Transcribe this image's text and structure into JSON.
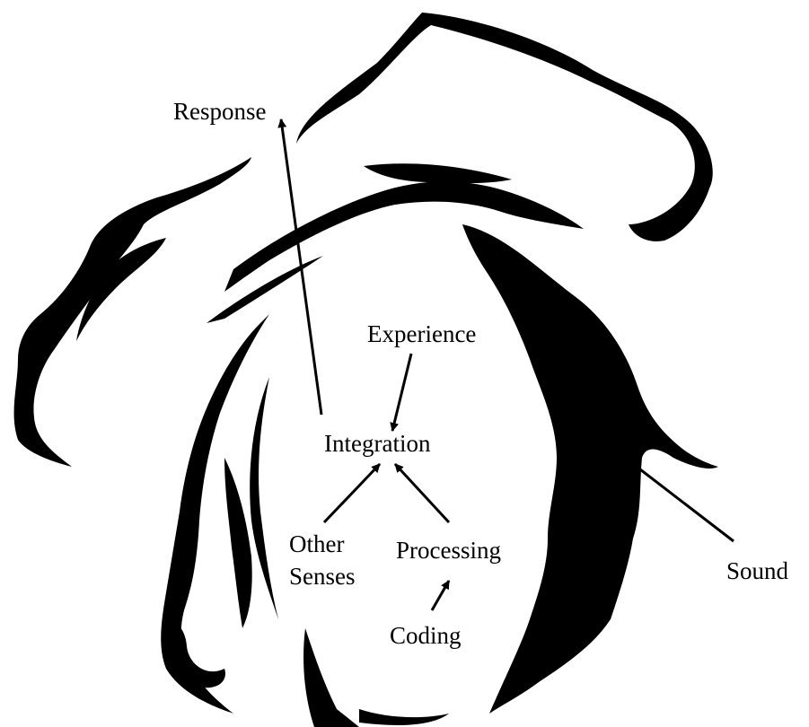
{
  "labels": {
    "response": "Response",
    "experience": "Experience",
    "integration": "Integration",
    "other": "Other",
    "senses": "Senses",
    "processing": "Processing",
    "coding": "Coding",
    "sound": "Sound"
  },
  "colors": {
    "ink": "#000000",
    "paper": "#ffffff"
  }
}
